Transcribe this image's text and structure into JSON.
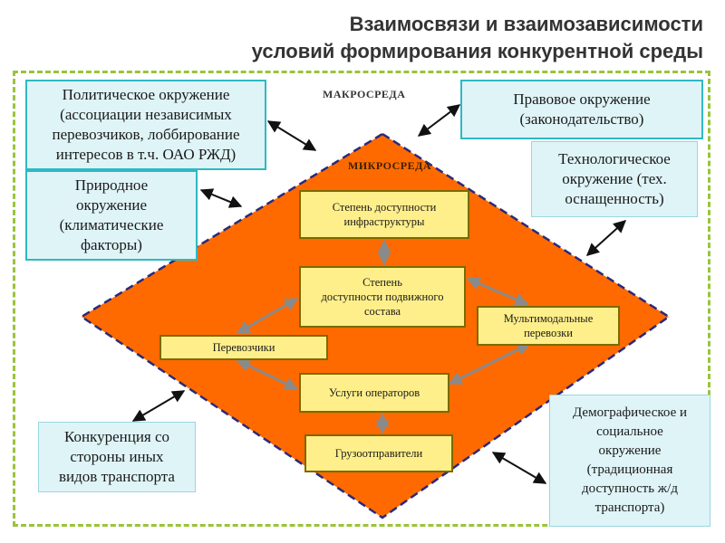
{
  "title": {
    "line1": "Взаимосвязи и взаимозависимости",
    "line2": "условий формирования конкурентной среды"
  },
  "labels": {
    "macro": "МАКРОСРЕДА",
    "micro": "МИКРОСРЕДА"
  },
  "external": {
    "political": [
      "Политическое окружение",
      "(ассоциации независимых",
      "перевозчиков, лоббирование",
      "интересов в т.ч. ОАО РЖД)"
    ],
    "legal": [
      "Правовое окружение",
      "(законодательство)"
    ],
    "natural": [
      "Природное",
      "окружение",
      "(климатические",
      "факторы)"
    ],
    "technological": [
      "Технологическое",
      "окружение (тех.",
      "оснащенность)"
    ],
    "competition": [
      "Конкуренция со",
      "стороны иных",
      "видов транспорта"
    ],
    "demographic": [
      "Демографическое и",
      "социальное",
      "окружение",
      "(традиционная",
      "доступность ж/д",
      "транспорта)"
    ]
  },
  "micro_boxes": {
    "infrastructure": [
      "Степень доступности",
      "инфраструктуры"
    ],
    "rolling_stock": [
      "Степень",
      "доступности подвижного",
      "состава"
    ],
    "carriers": [
      "Перевозчики"
    ],
    "multimodal": [
      "Мультимодальные",
      "перевозки"
    ],
    "operators": [
      "Услуги операторов"
    ],
    "shippers": [
      "Грузоотправители"
    ]
  },
  "colors": {
    "diamond_fill": "#ff6a00",
    "diamond_border": "#2a2a7a",
    "external_fill": "#dff4f7",
    "external_border": "#2fb8c4",
    "inner_fill": "#ffef8a",
    "frame": "#9ac43a"
  }
}
